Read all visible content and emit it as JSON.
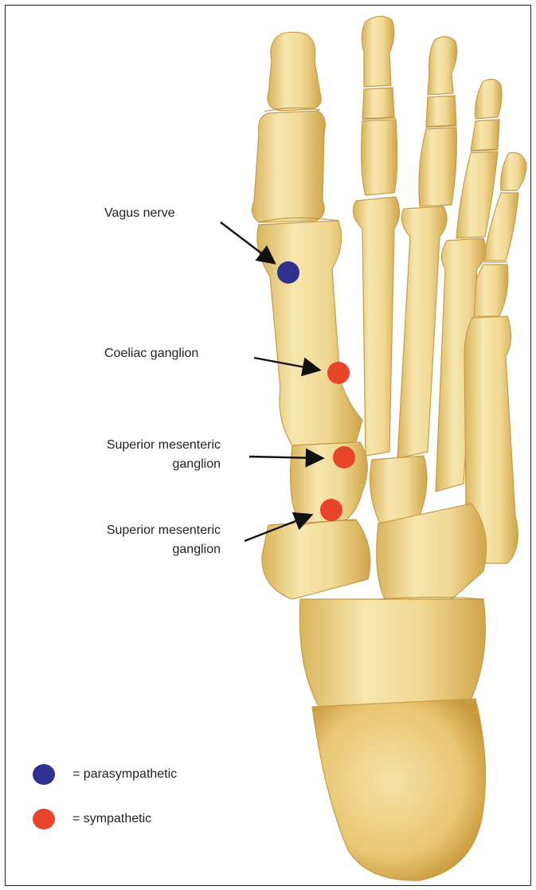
{
  "labels": {
    "vagus": "Vagus nerve",
    "coeliac": "Coeliac ganglion",
    "superior1_line1": "Superior mesenteric",
    "superior1_line2": "ganglion",
    "superior2_line1": "Superior mesenteric",
    "superior2_line2": "ganglion"
  },
  "legend": {
    "parasympathetic": {
      "text": "= parasympathetic",
      "color": "#2e3192"
    },
    "sympathetic": {
      "text": "= sympathetic",
      "color": "#e8442a"
    }
  },
  "colors": {
    "bone": "#f2dd9a",
    "bone_shadow": "#d9b45a",
    "bone_highlight": "#fbf0c8",
    "arrow": "#111111"
  }
}
